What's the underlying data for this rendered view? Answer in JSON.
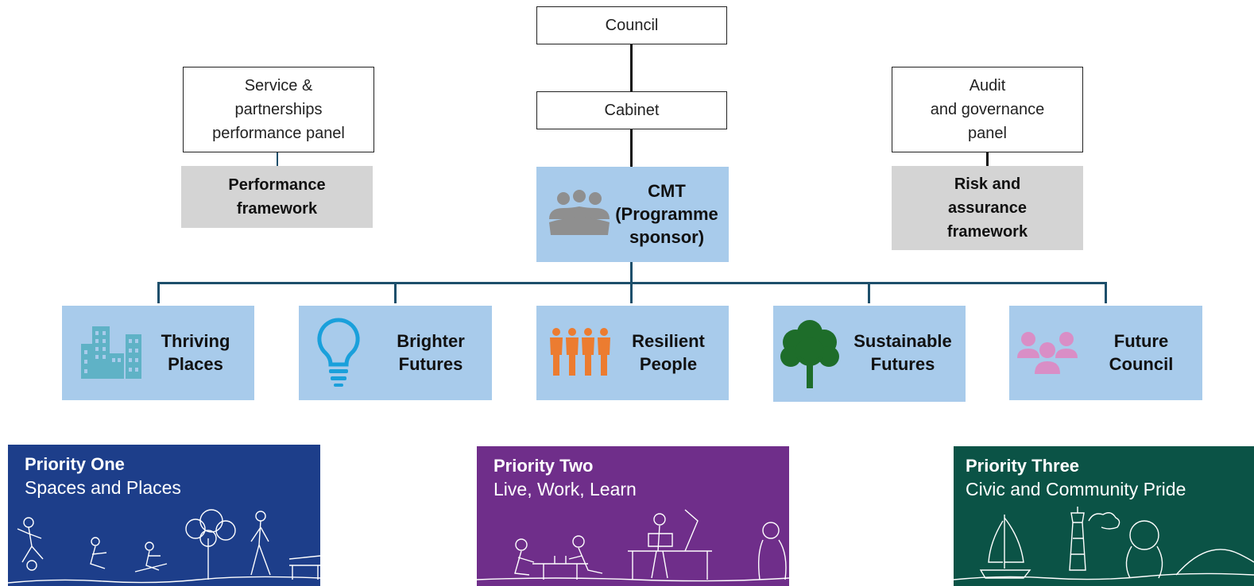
{
  "top": {
    "council": "Council",
    "cabinet": "Cabinet",
    "service_panel": "Service &\npartnerships\nperformance panel",
    "audit_panel": "Audit\nand governance\npanel",
    "performance_framework": "Performance\nframework",
    "risk_framework": "Risk and\nassurance\nframework",
    "cmt": "CMT\n(Programme\nsponsor)"
  },
  "pillars": [
    {
      "label": "Thriving\nPlaces",
      "icon": "buildings-icon",
      "color": "#5fb2c6"
    },
    {
      "label": "Brighter\nFutures",
      "icon": "lightbulb-icon",
      "color": "#1aa0db"
    },
    {
      "label": "Resilient\nPeople",
      "icon": "people-row-icon",
      "color": "#ec7c30"
    },
    {
      "label": "Sustainable\nFutures",
      "icon": "tree-icon",
      "color": "#1e6d2a"
    },
    {
      "label": "Future\nCouncil",
      "icon": "group-icon",
      "color": "#d98ec6"
    }
  ],
  "priorities": [
    {
      "title": "Priority One",
      "subtitle": "Spaces and Places",
      "color": "#1d3e8a"
    },
    {
      "title": "Priority Two",
      "subtitle": "Live, Work, Learn",
      "color": "#6f2e8a"
    },
    {
      "title": "Priority Three",
      "subtitle": "Civic and Community Pride",
      "color": "#0b5346"
    }
  ]
}
